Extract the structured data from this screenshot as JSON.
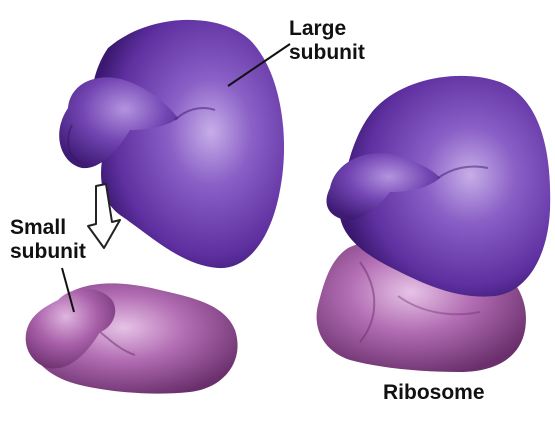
{
  "labels": {
    "large_subunit": [
      "Large",
      "subunit"
    ],
    "small_subunit": [
      "Small",
      "subunit"
    ],
    "ribosome": "Ribosome"
  },
  "colors": {
    "large_subunit_base": "#6a3aa8",
    "large_subunit_dark": "#3d1a73",
    "large_subunit_light": "#b79bdf",
    "small_subunit_base": "#a35aa6",
    "small_subunit_dark": "#6a2f6c",
    "small_subunit_light": "#dcb2dd"
  }
}
